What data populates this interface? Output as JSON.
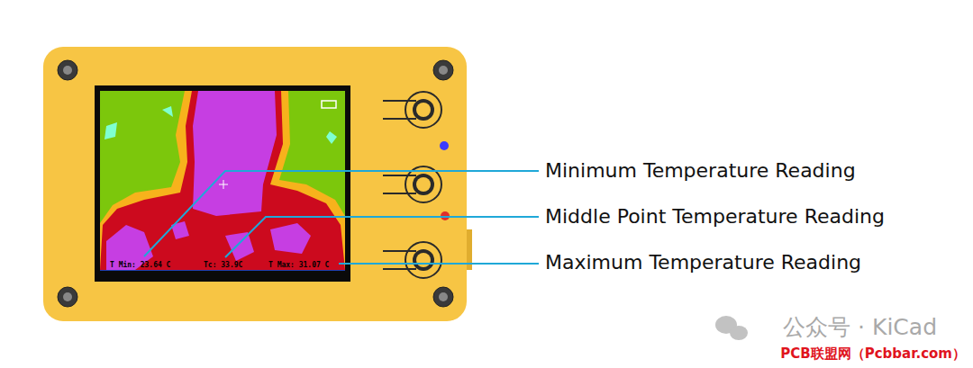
{
  "diagram": {
    "labels": [
      "T Min: 23.64 C",
      "Tc: 33.9C",
      "T Max: 31.07 C",
      "Minimum Temperature Reading",
      "Middle Point Temperature Reading",
      "Maximum Temperature Reading",
      "公众号 · KiCad",
      "PCB联盟网（Pcbbar.com）"
    ]
  }
}
